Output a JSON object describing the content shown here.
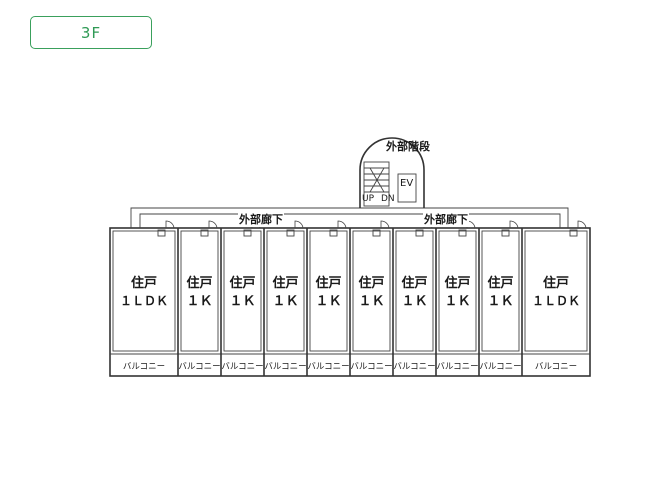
{
  "floor_label": "3F",
  "plan": {
    "stair_label": "外部階段",
    "corridor_labels": [
      "外部廊下",
      "外部廊下"
    ],
    "ev_label": "EV",
    "up_label": "UP",
    "dn_label": "DN",
    "units": [
      {
        "name": "住戸",
        "type": "１ＬＤＫ",
        "balcony": "バルコニー"
      },
      {
        "name": "住戸",
        "type": "１Ｋ",
        "balcony": "バルコニー"
      },
      {
        "name": "住戸",
        "type": "１Ｋ",
        "balcony": "バルコニー"
      },
      {
        "name": "住戸",
        "type": "１Ｋ",
        "balcony": "バルコニー"
      },
      {
        "name": "住戸",
        "type": "１Ｋ",
        "balcony": "バルコニー"
      },
      {
        "name": "住戸",
        "type": "１Ｋ",
        "balcony": "バルコニー"
      },
      {
        "name": "住戸",
        "type": "１Ｋ",
        "balcony": "バルコニー"
      },
      {
        "name": "住戸",
        "type": "１Ｋ",
        "balcony": "バルコニー"
      },
      {
        "name": "住戸",
        "type": "１Ｋ",
        "balcony": "バルコニー"
      },
      {
        "name": "住戸",
        "type": "１ＬＤＫ",
        "balcony": "バルコニー"
      }
    ]
  }
}
